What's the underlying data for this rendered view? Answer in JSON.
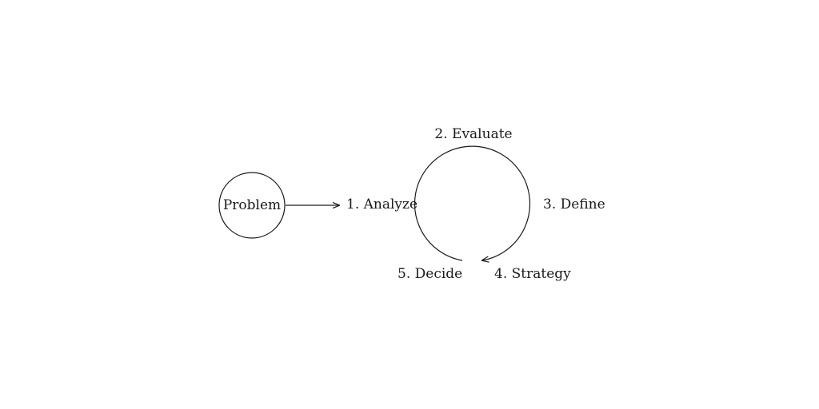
{
  "diagram": {
    "start_node": "Problem",
    "steps": [
      "1. Analyze",
      "2. Evaluate",
      "3. Define",
      "4. Strategy",
      "5. Decide"
    ]
  },
  "colors": {
    "background": "#ffffff",
    "ink": "#1a1a1a"
  }
}
